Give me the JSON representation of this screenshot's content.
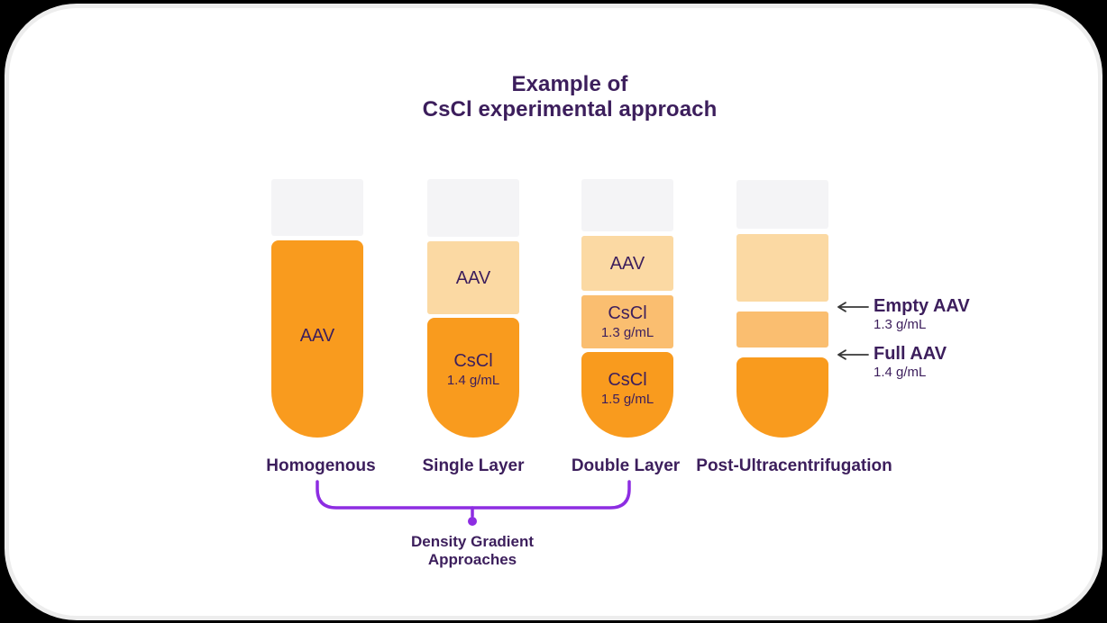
{
  "title": {
    "line1": "Example of",
    "line2": "CsCl experimental approach"
  },
  "colors": {
    "background": "#000000",
    "card": "#ffffff",
    "card_rim": "#ededed",
    "air_gray": "#f4f4f6",
    "orange": "#f99b1e",
    "light_orange": "#fbd9a3",
    "medium_orange": "#fabe70",
    "text_purple": "#3c1e5c",
    "bracket_purple": "#8d2de2",
    "arrow_dark": "#373737"
  },
  "tubes": [
    {
      "label": "Homogenous",
      "segments": [
        {
          "name": "air gap"
        },
        {
          "name": "AAV homogenous mix",
          "line1": "AAV"
        }
      ]
    },
    {
      "label": "Single Layer",
      "segments": [
        {
          "name": "air gap"
        },
        {
          "name": "AAV layer",
          "line1": "AAV"
        },
        {
          "name": "CsCl 1.4 layer",
          "line1": "CsCl",
          "line2": "1.4 g/mL"
        }
      ]
    },
    {
      "label": "Double Layer",
      "segments": [
        {
          "name": "air gap"
        },
        {
          "name": "AAV layer",
          "line1": "AAV"
        },
        {
          "name": "CsCl 1.3 layer",
          "line1": "CsCl",
          "line2": "1.3 g/mL"
        },
        {
          "name": "CsCl 1.5 layer",
          "line1": "CsCl",
          "line2": "1.5 g/mL"
        }
      ]
    },
    {
      "label": "Post-Ultracentrifugation",
      "segments": [
        {
          "name": "air gap"
        },
        {
          "name": "diffuse band"
        },
        {
          "name": "empty AAV band"
        },
        {
          "name": "full AAV band"
        }
      ]
    }
  ],
  "annotations": [
    {
      "label": "Empty AAV",
      "density": "1.3 g/mL"
    },
    {
      "label": "Full AAV",
      "density": "1.4 g/mL"
    }
  ],
  "bracket_label": {
    "line1": "Density Gradient",
    "line2": "Approaches"
  }
}
